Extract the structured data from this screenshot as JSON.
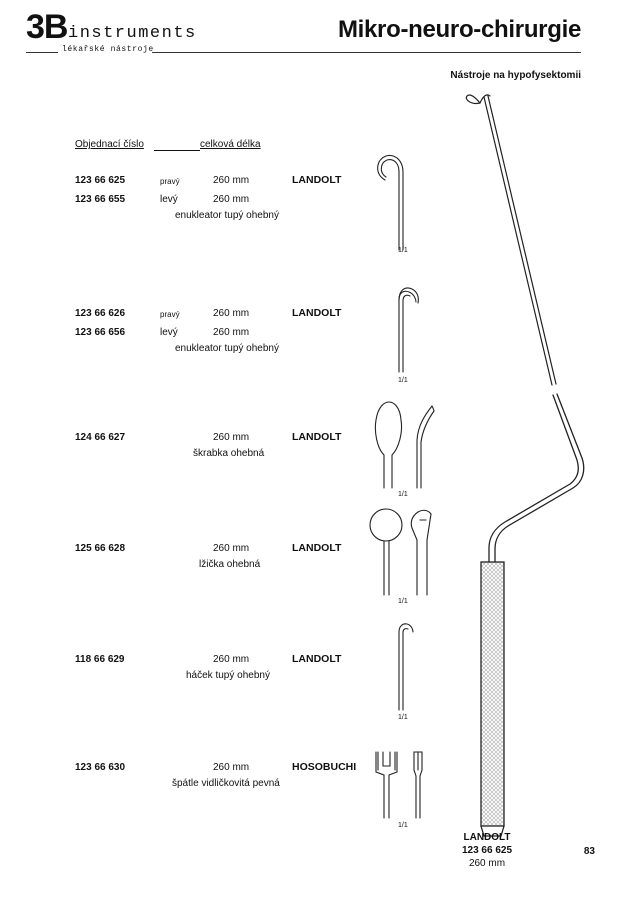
{
  "header": {
    "logo_main": "3B",
    "logo_word": "instruments",
    "logo_sub": "lékařské nástroje",
    "title": "Mikro-neuro-chirurgie",
    "section": "Nástroje na hypofysektomii"
  },
  "columns": {
    "order_no": "Objednací číslo",
    "total_length": "celková délka"
  },
  "items": [
    {
      "code_a": "123 66 625",
      "side_a": "pravý",
      "len_a": "260 mm",
      "brand": "LANDOLT",
      "code_b": "123 66 655",
      "side_b": "levý",
      "len_b": "260 mm",
      "desc": "enukleator tupý ohebný",
      "scale": "1/1"
    },
    {
      "code_a": "123 66 626",
      "side_a": "pravý",
      "len_a": "260 mm",
      "brand": "LANDOLT",
      "code_b": "123 66 656",
      "side_b": "levý",
      "len_b": "260 mm",
      "desc": "enukleator tupý ohebný",
      "scale": "1/1"
    },
    {
      "code": "124 66 627",
      "len": "260 mm",
      "brand": "LANDOLT",
      "desc": "škrabka ohebná",
      "scale": "1/1"
    },
    {
      "code": "125 66 628",
      "len": "260 mm",
      "brand": "LANDOLT",
      "desc": "lžička ohebná",
      "scale": "1/1"
    },
    {
      "code": "118 66 629",
      "len": "260 mm",
      "brand": "LANDOLT",
      "desc": "háček tupý ohebný",
      "scale": "1/1"
    },
    {
      "code": "123 66 630",
      "len": "260 mm",
      "brand": "HOSOBUCHI",
      "desc": "špátle vidličkovitá pevná",
      "scale": "1/1"
    }
  ],
  "caption": {
    "brand": "LANDOLT",
    "code": "123 66 625",
    "length": "260 mm"
  },
  "page_number": "83"
}
